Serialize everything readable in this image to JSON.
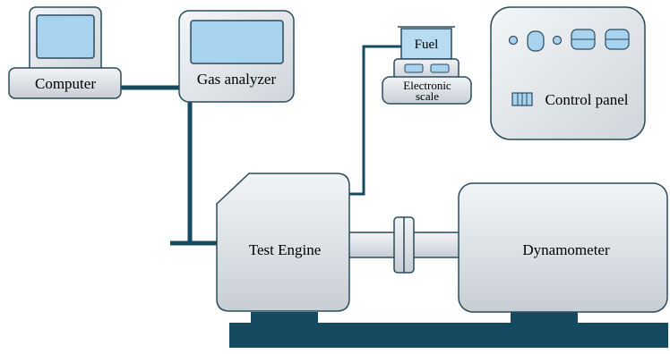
{
  "labels": {
    "computer": "Computer",
    "gas_analyzer": "Gas analyzer",
    "fuel": "Fuel",
    "electronic_scale_line1": "Electronic",
    "electronic_scale_line2": "scale",
    "control_panel": "Control panel",
    "test_engine": "Test Engine",
    "dynamometer": "Dynamometer"
  },
  "colors": {
    "line": "#154a61",
    "body_fill": "#e2e6ea",
    "body_stroke": "#2b4a5c",
    "screen": "#a7d3ee",
    "fuel_fill": "#b7dcf2"
  }
}
